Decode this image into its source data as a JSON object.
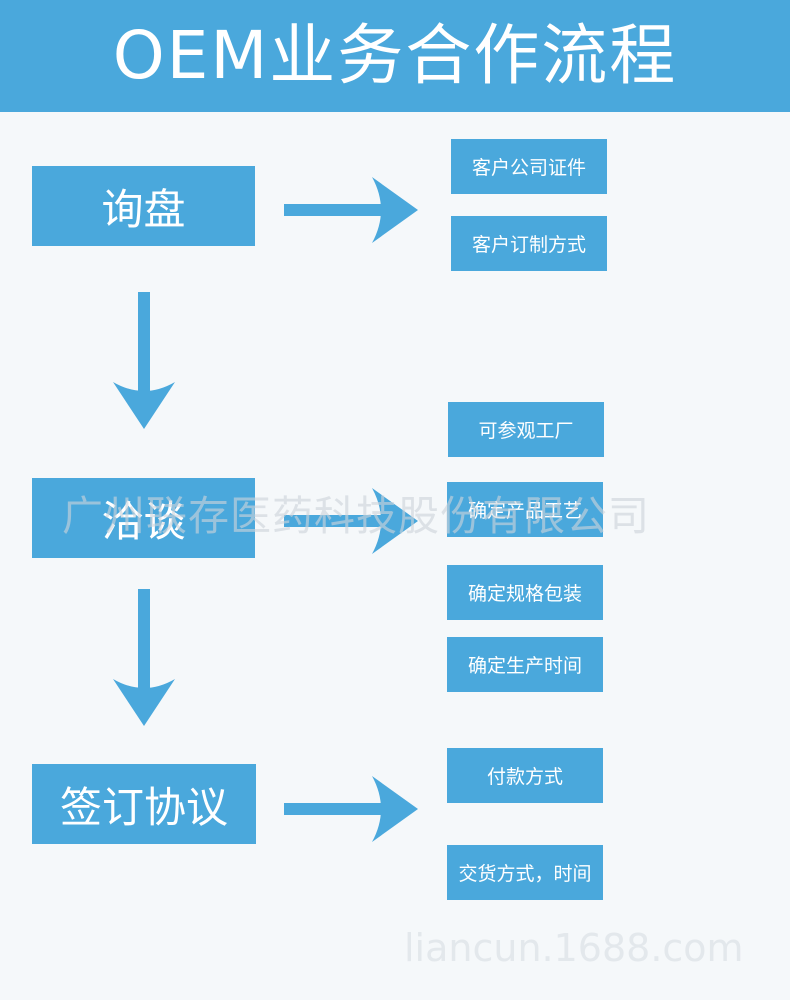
{
  "header": {
    "title": "OEM业务合作流程"
  },
  "steps": [
    {
      "label": "询盘",
      "details": [
        "客户公司证件",
        "客户订制方式"
      ]
    },
    {
      "label": "洽谈",
      "details": [
        "可参观工厂",
        "确定产品工艺",
        "确定规格包装",
        "确定生产时间"
      ]
    },
    {
      "label": "签订协议",
      "details": [
        "付款方式",
        "交货方式，时间"
      ]
    }
  ],
  "watermark": {
    "company": "广州联存医药科技股份有限公司",
    "url": "liancun.1688.com"
  },
  "colors": {
    "accent": "#4aa8dc",
    "background": "#f5f8fa",
    "text_on_accent": "#ffffff"
  }
}
